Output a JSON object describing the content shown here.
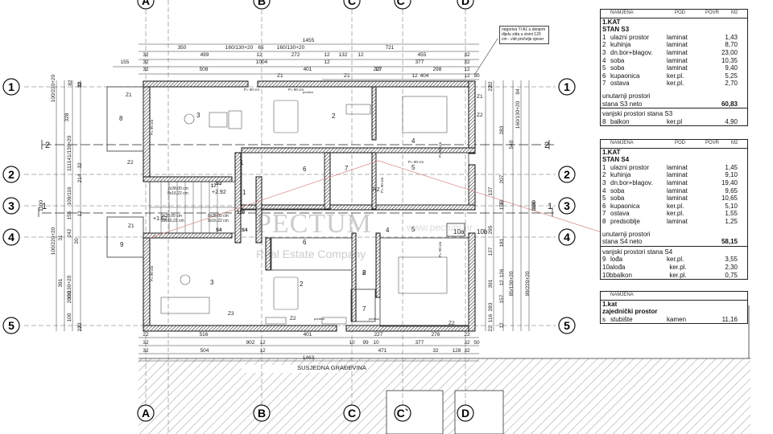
{
  "grid_lines": {
    "columns": [
      "A",
      "B",
      "C",
      "C`",
      "D"
    ],
    "rows": [
      "1",
      "2",
      "3",
      "4",
      "5"
    ],
    "section_marks": [
      "2",
      "2",
      "1",
      "1"
    ]
  },
  "dimensions": {
    "top_row1": [
      "1455"
    ],
    "top_row2": [
      "350",
      "160/130+20",
      "65",
      "160/130+20",
      "721"
    ],
    "top_row3": [
      "32",
      "499",
      "12",
      "272",
      "12",
      "132",
      "12",
      "455",
      "32"
    ],
    "top_row4": [
      "155",
      "32",
      "1004",
      "12",
      "377",
      "32"
    ],
    "top_row5": [
      "32",
      "508",
      "401",
      "10",
      "227",
      "298",
      "12"
    ],
    "top_row6": [
      "12",
      "404",
      "12",
      "50"
    ],
    "bottom_row1": [
      "22",
      "516",
      "401",
      "227",
      "276",
      "22"
    ],
    "bottom_row2": [
      "32",
      "902",
      "12",
      "10",
      "99",
      "10",
      "377",
      "32",
      "50"
    ],
    "bottom_row3": [
      "32",
      "504",
      "12",
      "471",
      "32",
      "128",
      "32"
    ],
    "bottom_row4": [
      "1463"
    ],
    "left_vertical": [
      "100/220+20",
      "82",
      "22",
      "32",
      "328",
      "141/130+20",
      "111",
      "32",
      "214",
      "109/116",
      "155",
      "12",
      "242",
      "31",
      "20",
      "100/220+20",
      "203/130+20",
      "391",
      "300",
      "100",
      "32",
      "22"
    ],
    "right_vertical": [
      "22",
      "32",
      "94",
      "160/130+20",
      "283",
      "540",
      "207",
      "137",
      "12",
      "155",
      "295",
      "181",
      "137",
      "391",
      "126",
      "12",
      "157",
      "283",
      "85/130+20",
      "99/220+20",
      "116",
      "12",
      "22"
    ],
    "right_outer": [
      "100",
      "1100"
    ],
    "door_labels": [
      "P= 90 cm",
      "P= 90 cm",
      "P= 90 cm",
      "P= 90 cm",
      "P= 90 cm",
      "P= 90 cm",
      "P= 90 cm",
      "P= 90 cm"
    ],
    "stair_dims": [
      "7x28,00 cm",
      "8x16,22 cm",
      "9x28,00 cm",
      "10x16,22 cm",
      "8x28,00 cm",
      "9x16,22 cm"
    ],
    "levels": [
      "+2.92",
      "+1.62"
    ],
    "stair_tags": [
      "S3",
      "S4",
      "120",
      "17"
    ],
    "window_tags": [
      "Z1",
      "Z1",
      "Z1",
      "Z2",
      "Z1",
      "Z2",
      "Z2",
      "Z3",
      "Z1",
      "RZ",
      "Z2"
    ],
    "small_labels": [
      "ponlica",
      "ponlica",
      "ponlica"
    ]
  },
  "rooms": {
    "s3": [
      "8",
      "3",
      "2",
      "4",
      "1",
      "7",
      "6",
      "5",
      "2"
    ],
    "s4": [
      "9",
      "3",
      "2",
      "6",
      "4",
      "10a",
      "10b",
      "8",
      "7",
      "1",
      "5"
    ]
  },
  "neighbor_label": "SUSJEDNA GRAĐEVINA",
  "callout": "negoriva TI A1 u donjem dijelu zida u visini 120 cm - vidi pročelje sjever",
  "watermark": {
    "line1": "PECTUM",
    "line2": "Real Estate Company",
    "line3": "www.pectum.hr"
  },
  "table_s3": {
    "header": [
      "NAMJENA",
      "POD",
      "POVR",
      "M2"
    ],
    "title1": "1.KAT",
    "title2": "STAN S3",
    "rows": [
      {
        "n": "1",
        "name": "ulazni prostor",
        "floor": "laminat",
        "area": "1,43"
      },
      {
        "n": "2",
        "name": "kuhinja",
        "floor": "laminat",
        "area": "8,70"
      },
      {
        "n": "3",
        "name": "dn.bor+blagov.",
        "floor": "laminat",
        "area": "23,00"
      },
      {
        "n": "4",
        "name": "soba",
        "floor": "laminat",
        "area": "10,35"
      },
      {
        "n": "5",
        "name": "soba",
        "floor": "laminat",
        "area": "9,40"
      },
      {
        "n": "6",
        "name": "kupaonica",
        "floor": "ker.pl.",
        "area": "5,25"
      },
      {
        "n": "7",
        "name": "ostava",
        "floor": "ker.pl.",
        "area": "2,70"
      }
    ],
    "inner_label1": "unutarnji prostori",
    "inner_label2": "stana S3 neto",
    "inner_total": "60,83",
    "outer_label": "vanjski prostori stana S3",
    "outer_rows": [
      {
        "n": "8",
        "name": "balkon",
        "floor": "ker.pl",
        "area": "4,90"
      }
    ]
  },
  "table_s4": {
    "header": [
      "NAMJENA",
      "POD",
      "POVR",
      "M2"
    ],
    "title1": "1.KAT",
    "title2": "STAN S4",
    "rows": [
      {
        "n": "1",
        "name": "ulazni prostor",
        "floor": "laminat",
        "area": "1,45"
      },
      {
        "n": "2",
        "name": "kuhinja",
        "floor": "laminat",
        "area": "9,10"
      },
      {
        "n": "3",
        "name": "dn.bor+blagov.",
        "floor": "laminat",
        "area": "19,40"
      },
      {
        "n": "4",
        "name": "soba",
        "floor": "laminat",
        "area": "9,65"
      },
      {
        "n": "5",
        "name": "soba",
        "floor": "laminat",
        "area": "10,65"
      },
      {
        "n": "6",
        "name": "kupaonica",
        "floor": "ker.pl.",
        "area": "5,10"
      },
      {
        "n": "7",
        "name": "ostava",
        "floor": "ker.pl.",
        "area": "1,55"
      },
      {
        "n": "8",
        "name": "predsoblje",
        "floor": "laminat",
        "area": "1,25"
      }
    ],
    "inner_label1": "unutarnji prostori",
    "inner_label2": "stana S4 neto",
    "inner_total": "58,15",
    "outer_label": "vanjski prostori stana S4",
    "outer_rows": [
      {
        "n": "9",
        "name": "lođa",
        "floor": "ker.pl.",
        "area": "3,55"
      },
      {
        "n": "10a",
        "name": "lođa",
        "floor": "ker.pl.",
        "area": "2,30"
      },
      {
        "n": "10b",
        "name": "balkon",
        "floor": "ker.pl.",
        "area": "0,75"
      }
    ]
  },
  "table_common": {
    "header": [
      "NAMJENA"
    ],
    "title1": "1.kat",
    "title2": "zajednički prostor",
    "rows": [
      {
        "n": "s",
        "name": "stubište",
        "floor": "kamen",
        "area": "11,16"
      }
    ]
  }
}
